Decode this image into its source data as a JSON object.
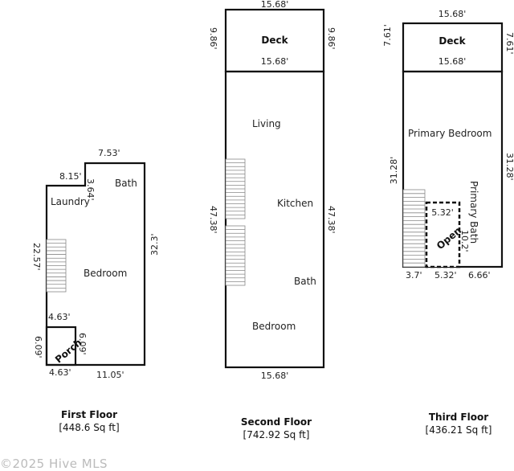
{
  "floors": [
    {
      "title": "First Floor",
      "area": "[448.6 Sq ft]"
    },
    {
      "title": "Second Floor",
      "area": "[742.92 Sq ft]"
    },
    {
      "title": "Third Floor",
      "area": "[436.21 Sq ft]"
    }
  ],
  "first": {
    "rooms": {
      "laundry": "Laundry",
      "bath": "Bath",
      "bedroom": "Bedroom",
      "porch": "Porch"
    },
    "dims": {
      "top": "7.53'",
      "notch_h": "8.15'",
      "notch_v": "3.64'",
      "left": "22.57'",
      "right": "32.3'",
      "porch_top": "4.63'",
      "porch_left": "6.09'",
      "porch_right": "6.09'",
      "porch_bottom": "4.63'",
      "bottom": "11.05'"
    }
  },
  "second": {
    "rooms": {
      "deck": "Deck",
      "living": "Living",
      "kitchen": "Kitchen",
      "bath": "Bath",
      "bedroom": "Bedroom"
    },
    "dims": {
      "deck_top": "15.68'",
      "deck_left": "9.86'",
      "deck_right": "9.86'",
      "deck_bottom": "15.68'",
      "left": "47.38'",
      "right": "47.38'",
      "bottom": "15.68'"
    }
  },
  "third": {
    "rooms": {
      "deck": "Deck",
      "primary_bedroom": "Primary Bedroom",
      "primary_bath": "Primary Bath",
      "open": "Open"
    },
    "dims": {
      "deck_top": "15.68'",
      "deck_left": "7.61'",
      "deck_right": "7.61'",
      "deck_bottom": "15.68'",
      "left": "31.28'",
      "right": "31.28'",
      "open_top": "5.32'",
      "open_right": "10.2'",
      "bottom_left": "3.7'",
      "bottom_mid": "5.32'",
      "bottom_right": "6.66'"
    }
  },
  "watermark": "©2025 Hive MLS"
}
